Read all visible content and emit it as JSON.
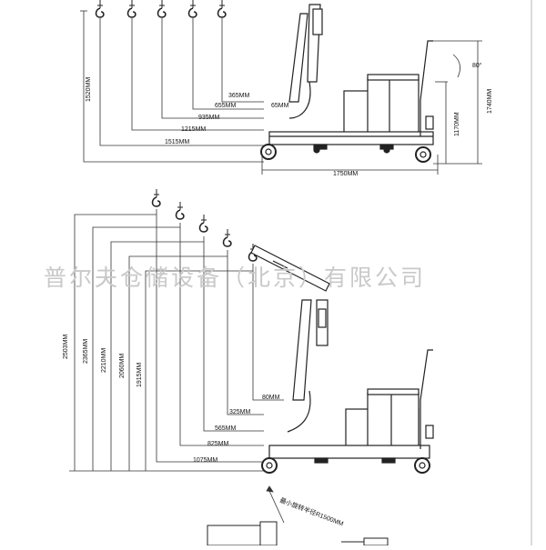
{
  "watermark": "普尔夫仓储设备（北京）有限公司",
  "top_view": {
    "hook_labels": [
      "365MM",
      "655MM",
      "935MM",
      "1215MM",
      "1515MM"
    ],
    "left_height": "1520MM",
    "boom_offset": "65MM",
    "width": "1750MM",
    "mast_height": "1170MM",
    "overall_height": "1740MM",
    "angle": "80°"
  },
  "bottom_view": {
    "hook_labels": [
      "80MM",
      "325MM",
      "565MM",
      "825MM",
      "1075MM"
    ],
    "heights": [
      "2503MM",
      "2365MM",
      "2210MM",
      "2060MM",
      "1915MM"
    ]
  },
  "turning_radius": "最小旋转半径R1500MM"
}
